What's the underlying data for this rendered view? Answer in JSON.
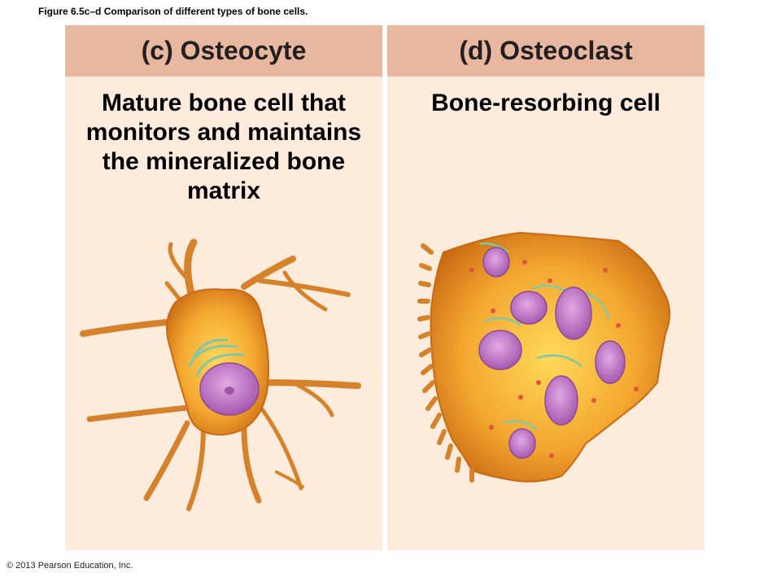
{
  "figure": {
    "title": "Figure 6.5c–d  Comparison of different types of bone cells."
  },
  "panels": [
    {
      "heading": "(c) Osteocyte",
      "description": "Mature bone cell that monitors and maintains the mineralized bone matrix"
    },
    {
      "heading": "(d) Osteoclast",
      "description": "Bone-resorbing cell"
    }
  ],
  "copyright": "© 2013 Pearson Education, Inc.",
  "colors": {
    "panel_background": "#fdebdc",
    "header_background": "#e8b7a0",
    "cytoplasm": "#f0a030",
    "nucleus": "#c77bc7",
    "golgi": "#7fc7a8"
  }
}
